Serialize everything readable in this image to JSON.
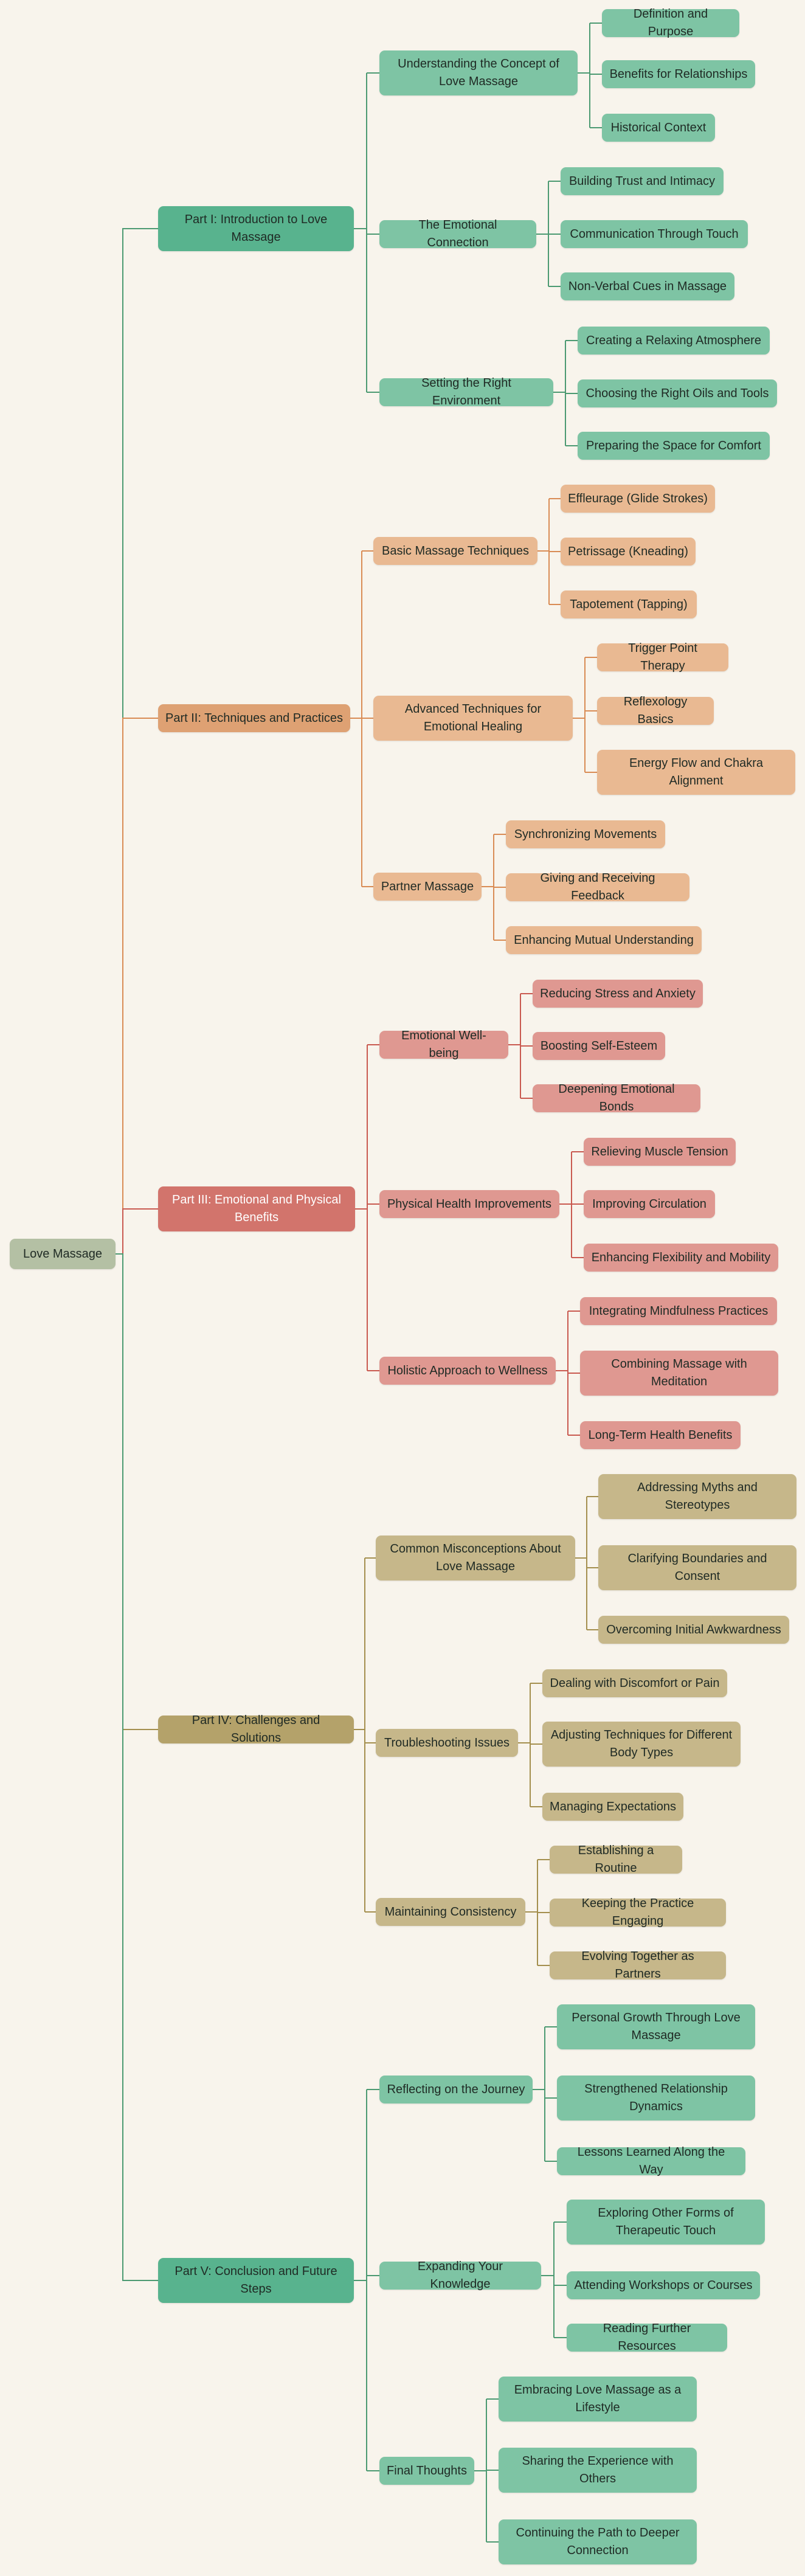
{
  "root": {
    "label": "Love Massage",
    "color": "#b4c0a4"
  },
  "parts": [
    {
      "label": "Part I: Introduction to Love Massage",
      "part_color": "#58b38e",
      "child_color": "#7ec4a4",
      "line_color": "#4c9a72",
      "text_color": "#1f2a24",
      "sections": [
        {
          "label": "Understanding the Concept of Love Massage",
          "items": [
            "Definition and Purpose",
            "Benefits for Relationships",
            "Historical Context"
          ]
        },
        {
          "label": "The Emotional Connection",
          "items": [
            "Building Trust and Intimacy",
            "Communication Through Touch",
            "Non-Verbal Cues in Massage"
          ]
        },
        {
          "label": "Setting the Right Environment",
          "items": [
            "Creating a Relaxing Atmosphere",
            "Choosing the Right Oils and Tools",
            "Preparing the Space for Comfort"
          ]
        }
      ]
    },
    {
      "label": "Part II: Techniques and Practices",
      "part_color": "#dea173",
      "child_color": "#e9b992",
      "line_color": "#d98c55",
      "text_color": "#1f2a24",
      "sections": [
        {
          "label": "Basic Massage Techniques",
          "items": [
            "Effleurage (Glide Strokes)",
            "Petrissage (Kneading)",
            "Tapotement (Tapping)"
          ]
        },
        {
          "label": "Advanced Techniques for Emotional Healing",
          "items": [
            "Trigger Point Therapy",
            "Reflexology Basics",
            "Energy Flow and Chakra Alignment"
          ]
        },
        {
          "label": "Partner Massage",
          "items": [
            "Synchronizing Movements",
            "Giving and Receiving Feedback",
            "Enhancing Mutual Understanding"
          ]
        }
      ]
    },
    {
      "label": "Part III: Emotional and Physical Benefits",
      "part_color": "#d2746c",
      "child_color": "#df9891",
      "line_color": "#c95a50",
      "text_color": "#ffffff",
      "sections": [
        {
          "label": "Emotional Well-being",
          "items": [
            "Reducing Stress and Anxiety",
            "Boosting Self-Esteem",
            "Deepening Emotional Bonds"
          ]
        },
        {
          "label": "Physical Health Improvements",
          "items": [
            "Relieving Muscle Tension",
            "Improving Circulation",
            "Enhancing Flexibility and Mobility"
          ]
        },
        {
          "label": "Holistic Approach to Wellness",
          "items": [
            "Integrating Mindfulness Practices",
            "Combining Massage with Meditation",
            "Long-Term Health Benefits"
          ]
        }
      ]
    },
    {
      "label": "Part IV: Challenges and Solutions",
      "part_color": "#b4a26a",
      "child_color": "#c6b78a",
      "line_color": "#a48f4e",
      "text_color": "#1f2a24",
      "sections": [
        {
          "label": "Common Misconceptions About Love Massage",
          "items": [
            "Addressing Myths and Stereotypes",
            "Clarifying Boundaries and Consent",
            "Overcoming Initial Awkwardness"
          ]
        },
        {
          "label": "Troubleshooting Issues",
          "items": [
            "Dealing with Discomfort or Pain",
            "Adjusting Techniques for Different Body Types",
            "Managing Expectations"
          ]
        },
        {
          "label": "Maintaining Consistency",
          "items": [
            "Establishing a Routine",
            "Keeping the Practice Engaging",
            "Evolving Together as Partners"
          ]
        }
      ]
    },
    {
      "label": "Part V: Conclusion and Future Steps",
      "part_color": "#58b38e",
      "child_color": "#7ec4a4",
      "line_color": "#4c9a72",
      "text_color": "#1f2a24",
      "sections": [
        {
          "label": "Reflecting on the Journey",
          "items": [
            "Personal Growth Through Love Massage",
            "Strengthened Relationship Dynamics",
            "Lessons Learned Along the Way"
          ]
        },
        {
          "label": "Expanding Your Knowledge",
          "items": [
            "Exploring Other Forms of Therapeutic Touch",
            "Attending Workshops or Courses",
            "Reading Further Resources"
          ]
        },
        {
          "label": "Final Thoughts",
          "items": [
            "Embracing Love Massage as a Lifestyle",
            "Sharing the Experience with Others",
            "Continuing the Path to Deeper Connection"
          ]
        }
      ]
    }
  ]
}
